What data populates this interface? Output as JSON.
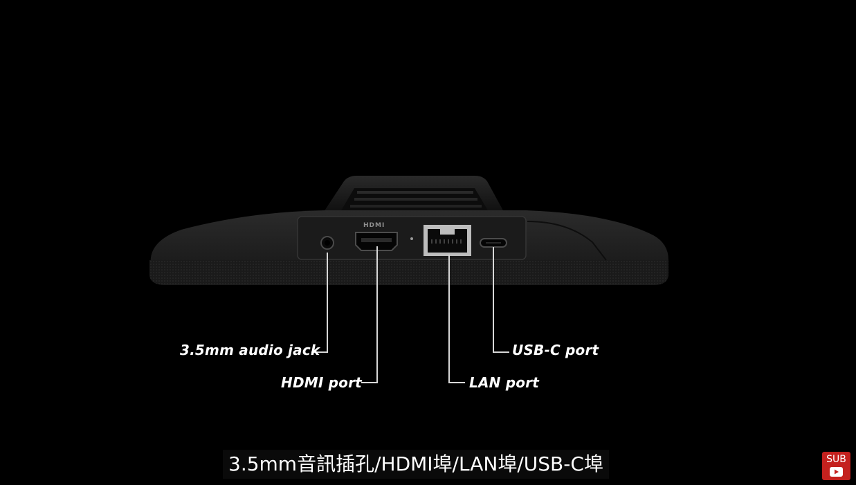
{
  "callouts": {
    "audio_jack": "3.5mm audio jack",
    "hdmi_port": "HDMI port",
    "lan_port": "LAN port",
    "usbc_port": "USB-C port"
  },
  "device": {
    "hdmi_logo": "HDMI"
  },
  "caption": {
    "text": "3.5mm音訊插孔/HDMI埠/LAN埠/USB-C埠"
  },
  "subscribe": {
    "label": "SUB",
    "icon": "youtube-play-icon",
    "color": "#c4211e"
  },
  "colors": {
    "background": "#000000",
    "device_body": "#1e1e1e",
    "callout_text": "#ffffff"
  }
}
